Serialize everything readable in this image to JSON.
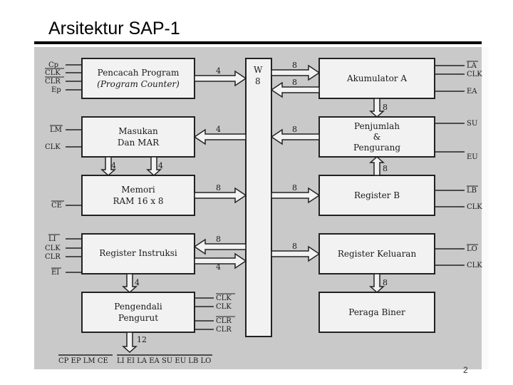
{
  "slide": {
    "title": "Arsitektur SAP-1",
    "page_number": "2"
  },
  "diagram": {
    "bus": {
      "label": "W",
      "width": "8"
    },
    "blocks": {
      "pc": {
        "line1": "Pencacah Program",
        "line2": "(Program Counter)"
      },
      "mar": {
        "line1": "Masukan",
        "line2": "Dan MAR"
      },
      "ram": {
        "line1": "Memori",
        "line2": "RAM 16 x 8"
      },
      "ir": {
        "line1": "Register Instruksi"
      },
      "ctrl": {
        "line1": "Pengendali",
        "line2": "Pengurut"
      },
      "acc": {
        "line1": "Akumulator A"
      },
      "alu": {
        "line1": "Penjumlah",
        "line2": "&",
        "line3": "Pengurang"
      },
      "regb": {
        "line1": "Register B"
      },
      "out": {
        "line1": "Register Keluaran"
      },
      "disp": {
        "line1": "Peraga Biner"
      }
    },
    "widths": {
      "pc_bus": "4",
      "mar_bus": "4",
      "mar_ram_left": "4",
      "mar_ram_right": "4",
      "ram_bus": "8",
      "bus_ir": "8",
      "ir_bus": "4",
      "ir_ctrl": "4",
      "acc_in": "8",
      "acc_out": "8",
      "acc_alu": "8",
      "alu_bus": "8",
      "regb_alu": "8",
      "bus_regb": "8",
      "bus_out": "8",
      "out_disp": "8",
      "ctrl_out": "12"
    },
    "signals": {
      "pc": [
        "Cp",
        "CLK",
        "CLR",
        "Ep"
      ],
      "mar": [
        "LM",
        "CLK"
      ],
      "ram": [
        "CE"
      ],
      "ir": [
        "LI",
        "CLK",
        "CLR",
        "EI"
      ],
      "ctrl_in": [
        "CLK",
        "CLK",
        "CLR",
        "CLR"
      ],
      "acc": [
        "LA",
        "CLK",
        "EA"
      ],
      "alu": [
        "SU",
        "EU"
      ],
      "regb": [
        "LB",
        "CLK"
      ],
      "out": [
        "LO",
        "CLK"
      ],
      "control_word_left": "CP EP LM CE",
      "control_word_right": "LI EI LA EA  SU EU LB LO"
    }
  }
}
